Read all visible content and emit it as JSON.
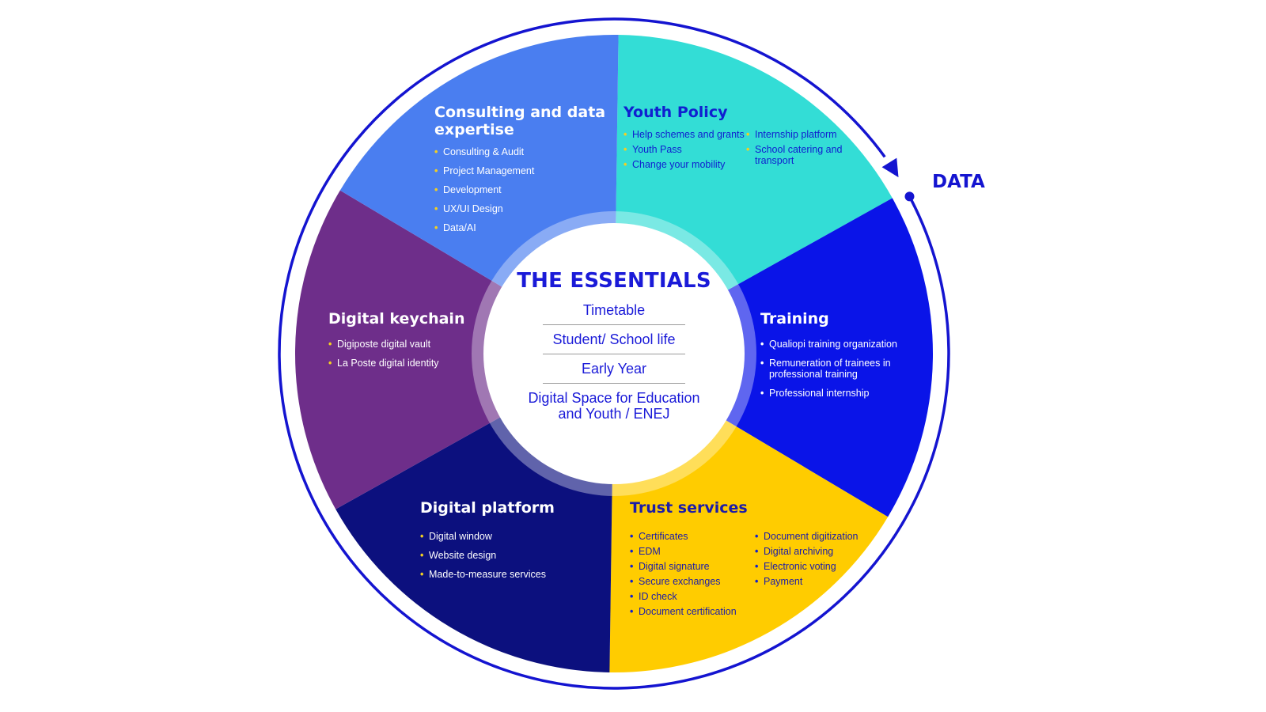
{
  "colors": {
    "consulting": "#4A7EF0",
    "youth_policy": "#33DDD6",
    "training": "#0A14E8",
    "trust_services": "#FFCC00",
    "digital_platform": "#0C107E",
    "digital_keychain": "#6E2E8A",
    "ring": "#1414D0",
    "center_text": "#1A1AD8"
  },
  "data_label": "DATA",
  "center": {
    "title": "THE ESSENTIALS",
    "items": [
      "Timetable",
      "Student/ School life",
      "Early Year",
      "Digital Space for Education and Youth / ENEJ"
    ]
  },
  "segments": {
    "consulting": {
      "title": "Consulting and data expertise",
      "items": [
        "Consulting & Audit",
        "Project Management",
        "Development",
        "UX/UI Design",
        "Data/AI"
      ]
    },
    "youth_policy": {
      "title": "Youth Policy",
      "col1": [
        "Help schemes and grants",
        "Youth Pass",
        "Change your mobility"
      ],
      "col2": [
        "Internship platform",
        "School catering and transport"
      ]
    },
    "training": {
      "title": "Training",
      "items": [
        "Qualiopi training organization",
        "Remuneration of trainees in professional training",
        "Professional internship"
      ]
    },
    "trust_services": {
      "title": "Trust services",
      "col1": [
        "Certificates",
        "EDM",
        "Digital signature",
        "Secure exchanges",
        "ID check",
        "Document certification"
      ],
      "col2": [
        "Document digitization",
        "Digital archiving",
        "Electronic voting",
        "Payment"
      ]
    },
    "digital_platform": {
      "title": "Digital platform",
      "items": [
        "Digital window",
        "Website design",
        "Made-to-measure services"
      ]
    },
    "digital_keychain": {
      "title": "Digital keychain",
      "items": [
        "Digiposte digital vault",
        "La Poste digital identity"
      ]
    }
  },
  "bullet_char": "•"
}
